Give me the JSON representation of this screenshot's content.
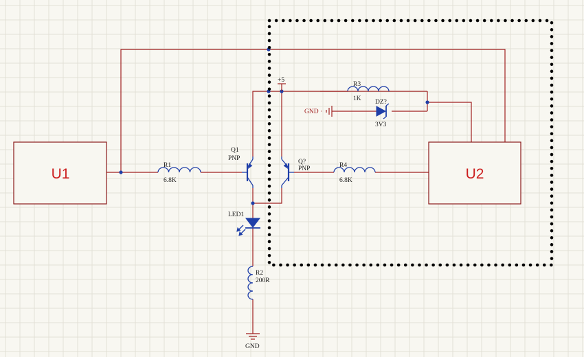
{
  "blocks": {
    "u1": "U1",
    "u2": "U2"
  },
  "components": {
    "r1": {
      "designator": "R1",
      "value": "6.8K"
    },
    "r2": {
      "designator": "R2",
      "value": "200R"
    },
    "r3": {
      "designator": "R3",
      "value": "1K"
    },
    "r4": {
      "designator": "R4",
      "value": "6.8K"
    },
    "q1": {
      "designator": "Q1",
      "type": "PNP"
    },
    "q2": {
      "designator": "Q?",
      "type": "PNP"
    },
    "led1": {
      "designator": "LED1"
    },
    "dz": {
      "designator": "DZ?",
      "value": "3V3"
    }
  },
  "nets": {
    "vcc": "+5",
    "gnd_bottom": "GND",
    "gnd_left": "GND"
  },
  "colors": {
    "wire": "#a02020",
    "component": "#1f3fa8",
    "block_label": "#cc1f1f",
    "grid": "#e2e0d6",
    "background": "#f8f7f1",
    "selection": "#000000"
  }
}
